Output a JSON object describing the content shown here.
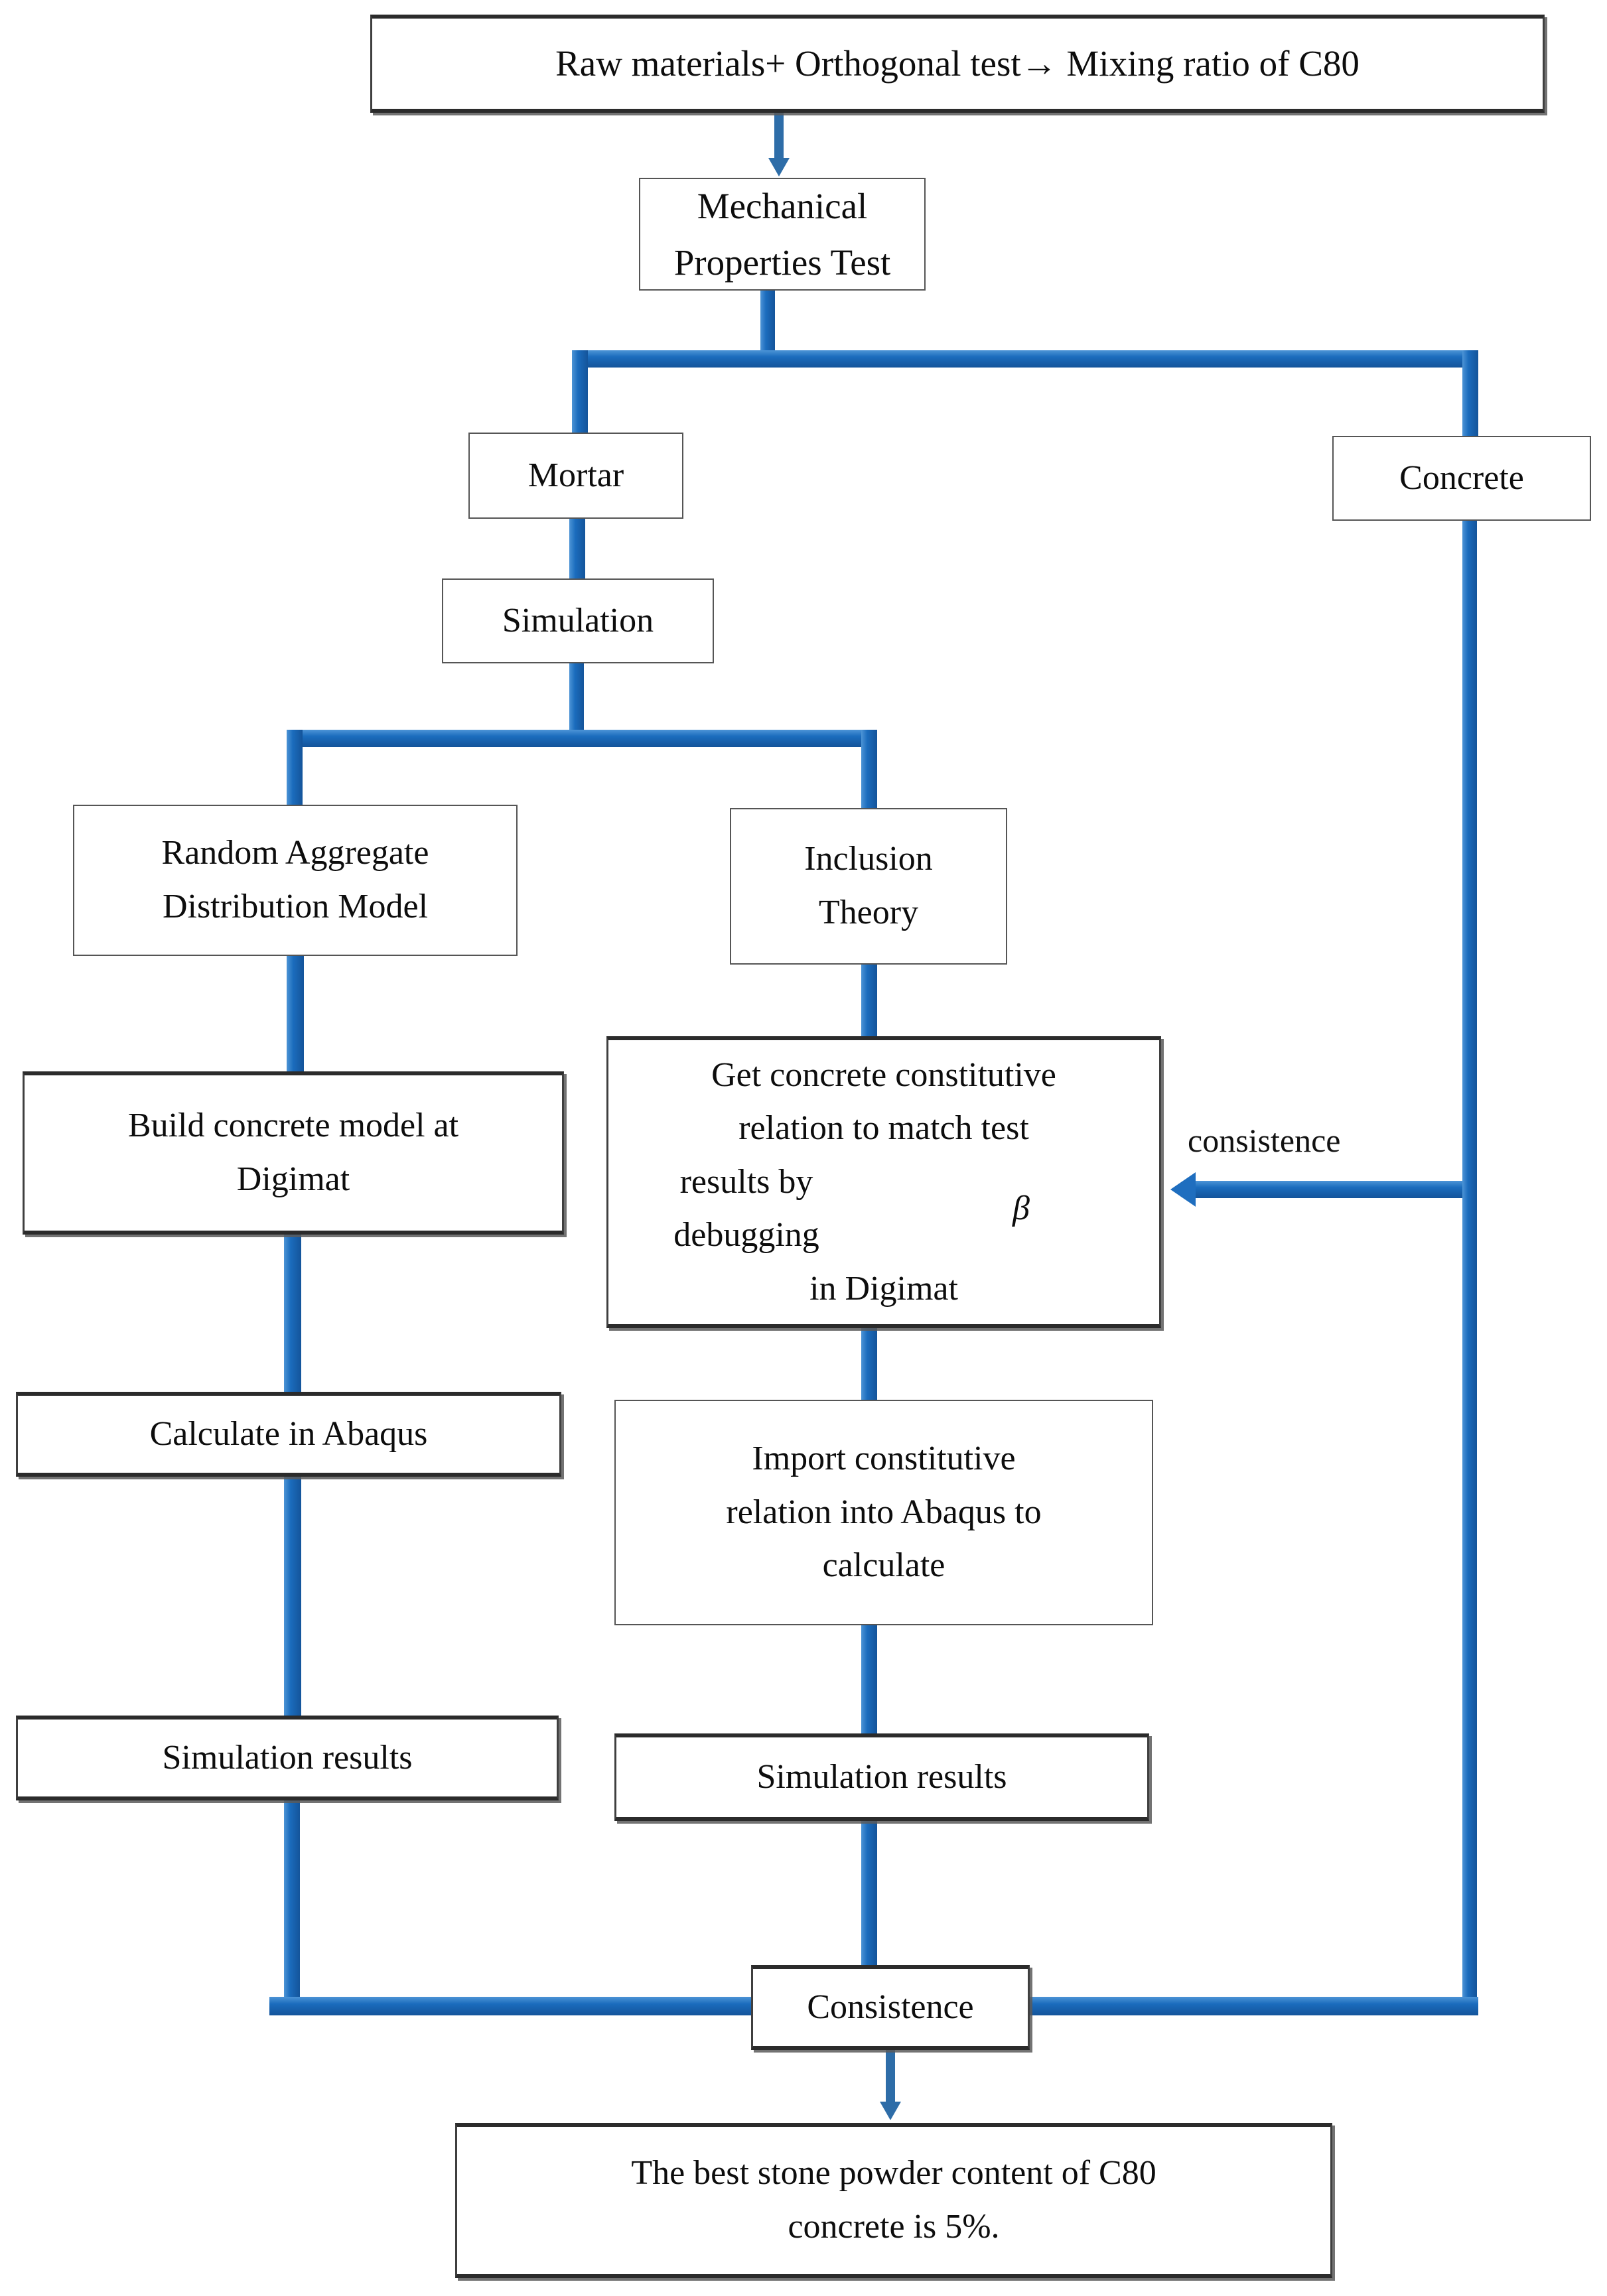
{
  "diagram": {
    "title": "Research technical route flowchart for C80 concrete stone powder content",
    "accent_color": "#1f6ebf",
    "box_border_color": "#3f3f3f",
    "text_color": "#0d0d0d",
    "background": "#ffffff"
  },
  "nodes": {
    "raw_materials": "Raw materials+ Orthogonal test→  Mixing ratio of C80",
    "mechanical_test": "Mechanical Properties Test",
    "mortar": "Mortar",
    "concrete": "Concrete",
    "simulation": "Simulation",
    "random_aggregate_line1": "Random Aggregate",
    "random_aggregate_line2": "Distribution Model",
    "inclusion_line1": "Inclusion",
    "inclusion_line2": "Theory",
    "build_model_line1": "Build concrete model at",
    "build_model_line2": "Digimat",
    "get_relation_line1": "Get concrete constitutive",
    "get_relation_line2": "relation to match test",
    "get_relation_line3": "results by debugging",
    "get_relation_beta": "β",
    "get_relation_line4": "in Digimat",
    "calculate_abaqus": "Calculate in Abaqus",
    "import_relation_line1": "Import constitutive",
    "import_relation_line2": "relation into Abaqus to",
    "import_relation_line3": "calculate",
    "simulation_results_left": "Simulation results",
    "simulation_results_mid": "Simulation results",
    "consistence_node": "Consistence",
    "conclusion_line1": "The best stone powder content of C80",
    "conclusion_line2": "concrete is 5%."
  },
  "edge_labels": {
    "consistence_feedback": "consistence"
  }
}
